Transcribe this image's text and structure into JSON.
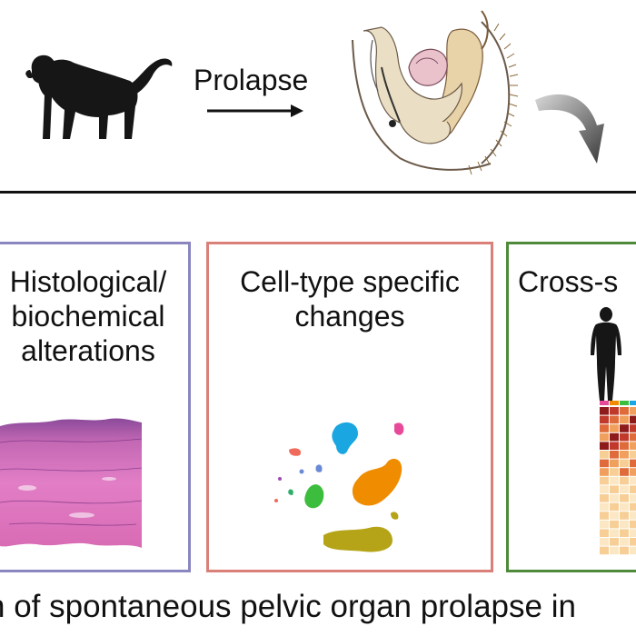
{
  "top_row": {
    "arrow_label": "Prolapse"
  },
  "panels": [
    {
      "id": "histological",
      "title_lines": [
        "Histological/",
        "biochemical",
        "alterations"
      ],
      "border_color": "#8a86c0"
    },
    {
      "id": "celltype",
      "title_lines": [
        "Cell-type specific",
        "changes"
      ],
      "border_color": "#d98078"
    },
    {
      "id": "cross",
      "title_lines": [
        "Cross-s"
      ],
      "border_color": "#4f8a3a"
    }
  ],
  "bottom_caption": "n of spontaneous pelvic organ prolapse in",
  "colors": {
    "divider": "#111111",
    "tissue": "#d86bb4",
    "umap": [
      "#1aa6e0",
      "#f08c00",
      "#3dbd3d",
      "#b5a418",
      "#e84a9a",
      "#ef6a5a",
      "#6a8ad8"
    ],
    "heatmap": [
      "#8e1b1b",
      "#c0392b",
      "#e06b3a",
      "#f0a05c",
      "#f7cf96",
      "#fbe7c4"
    ]
  }
}
